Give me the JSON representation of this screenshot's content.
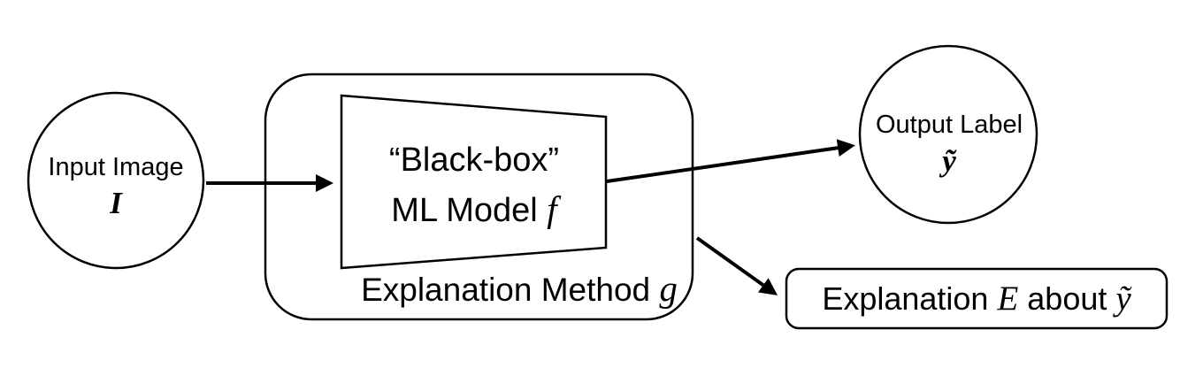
{
  "diagram": {
    "background": "#ffffff",
    "stroke_color": "#000000",
    "input_node": {
      "label": "Input Image",
      "symbol": "I"
    },
    "model_node": {
      "line1": "“Black-box”",
      "line2": "ML Model",
      "symbol": "f"
    },
    "method_container": {
      "label": "Explanation Method",
      "symbol": "g"
    },
    "output_node": {
      "label": "Output Label",
      "symbol": "ỹ"
    },
    "explanation_node": {
      "part1": "Explanation",
      "symbol1": "E",
      "part2": "about",
      "symbol2": "ỹ"
    }
  }
}
